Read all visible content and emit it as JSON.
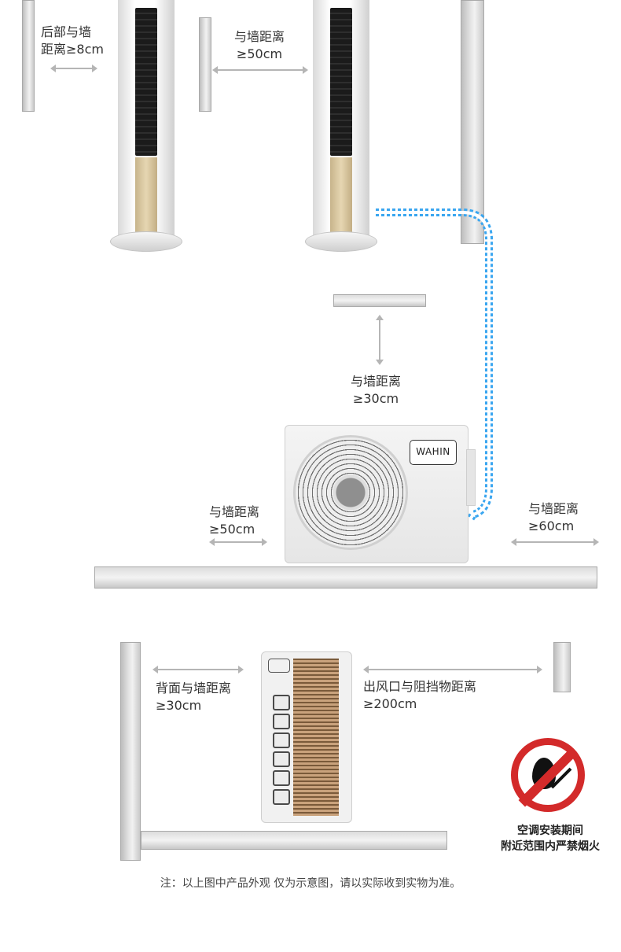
{
  "top_section": {
    "rear_gap_label": [
      "后部与墙",
      "距离≥8cm"
    ],
    "side_gap_label": [
      "与墙距离",
      "≥50cm"
    ]
  },
  "outdoor_front": {
    "brand": "WAHIN",
    "top_gap_label": [
      "与墙距离",
      "≥30cm"
    ],
    "left_gap_label": [
      "与墙距离",
      "≥50cm"
    ],
    "right_gap_label": [
      "与墙距离",
      "≥60cm"
    ]
  },
  "outdoor_side": {
    "back_gap_label": [
      "背面与墙距离",
      "≥30cm"
    ],
    "outlet_gap_label": [
      "出风口与阻挡物距离",
      "≥200cm"
    ]
  },
  "warning": {
    "caption": [
      "空调安装期间",
      "附近范围内严禁烟火"
    ],
    "icon": "no-fire-icon",
    "color": "#d32a2a"
  },
  "footnote": "注：以上图中产品外观 仅为示意图，请以实际收到实物为准。",
  "colors": {
    "pipe": "#3aa6f0",
    "wall": "#d6d6d6"
  }
}
